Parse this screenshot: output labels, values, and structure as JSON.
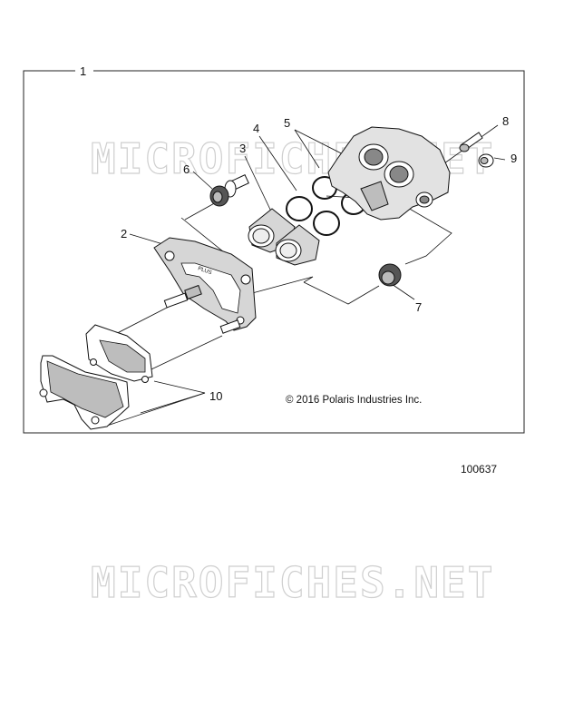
{
  "frame": {
    "label": "1"
  },
  "callouts": [
    {
      "id": "2",
      "label": "2"
    },
    {
      "id": "3",
      "label": "3"
    },
    {
      "id": "4",
      "label": "4"
    },
    {
      "id": "5",
      "label": "5"
    },
    {
      "id": "6",
      "label": "6"
    },
    {
      "id": "7",
      "label": "7"
    },
    {
      "id": "8",
      "label": "8"
    },
    {
      "id": "9",
      "label": "9"
    },
    {
      "id": "10",
      "label": "10"
    }
  ],
  "copyright": "© 2016 Polaris Industries Inc.",
  "diagram_number": "100637",
  "watermark": "MICROFICHES.NET",
  "bracket_stamp": "PLUS"
}
